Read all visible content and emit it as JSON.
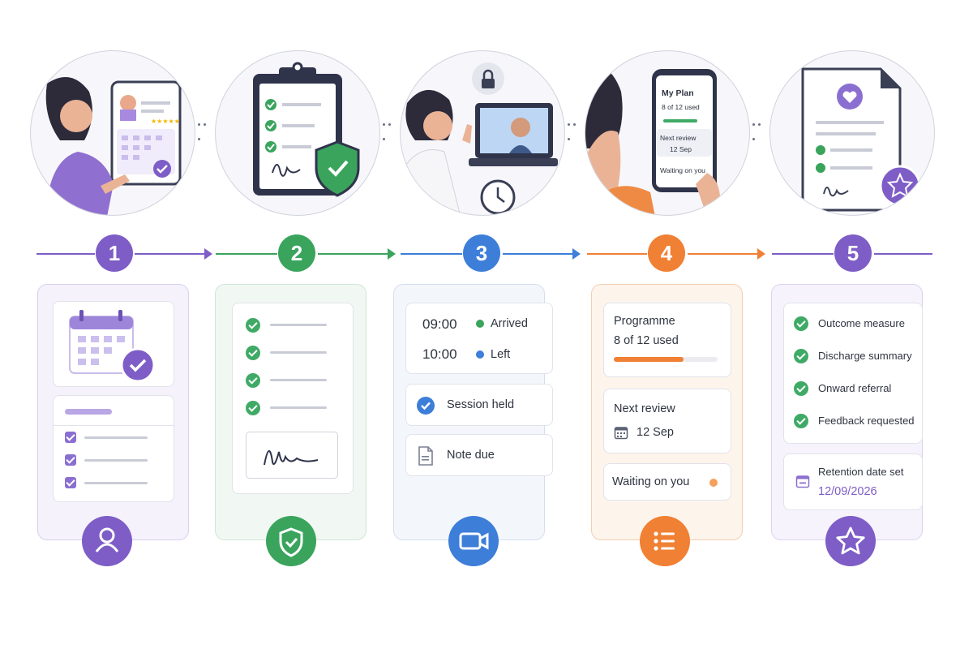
{
  "steps": [
    {
      "number": "1",
      "color": "#7e5dc7"
    },
    {
      "number": "2",
      "color": "#3aa45d"
    },
    {
      "number": "3",
      "color": "#3d7ed8"
    },
    {
      "number": "4",
      "color": "#f08034"
    },
    {
      "number": "5",
      "color": "#7e5dc7"
    }
  ],
  "step3": {
    "times": [
      {
        "time": "09:00",
        "status": "Arrived"
      },
      {
        "time": "10:00",
        "status": "Left"
      }
    ],
    "session": "Session held",
    "note": "Note due"
  },
  "step4": {
    "programme_label": "Programme",
    "programme_used": "8 of 12 used",
    "programme_progress": 0.67,
    "review_label": "Next review",
    "review_date": "12 Sep",
    "waiting": "Waiting on you",
    "phone_title": "My Plan",
    "phone_used": "8 of 12 used",
    "phone_review_label": "Next review",
    "phone_review_date": "12 Sep",
    "phone_waiting": "Waiting on you"
  },
  "step5": {
    "items": [
      "Outcome measure",
      "Discharge summary",
      "Onward referral",
      "Feedback requested"
    ],
    "retention_label": "Retention date set",
    "retention_date": "12/09/2026"
  }
}
